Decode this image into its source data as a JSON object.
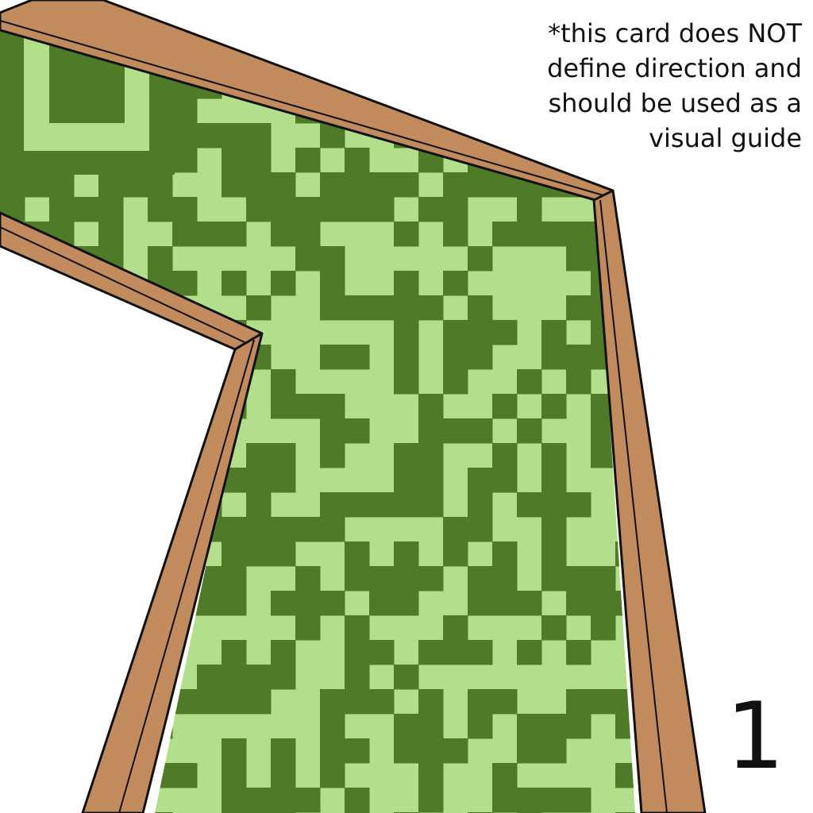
{
  "note": "*this card does NOT\ndefine direction and\nshould be used as a\nvisual guide",
  "card_number": "1",
  "colors": {
    "background": "#ffffff",
    "grass_light": "#b3df8c",
    "grass_dark": "#4f7a27",
    "wood": "#c28b5d",
    "outline": "#111111"
  },
  "icons": [
    "grass-texture",
    "wooden-fence"
  ]
}
